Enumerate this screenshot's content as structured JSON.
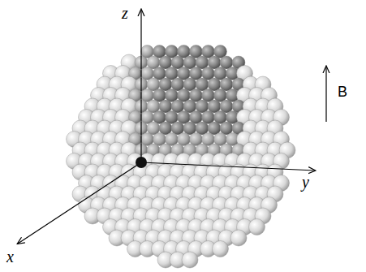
{
  "diagram": {
    "labels": [
      "z",
      "y",
      "x",
      "B"
    ]
  }
}
